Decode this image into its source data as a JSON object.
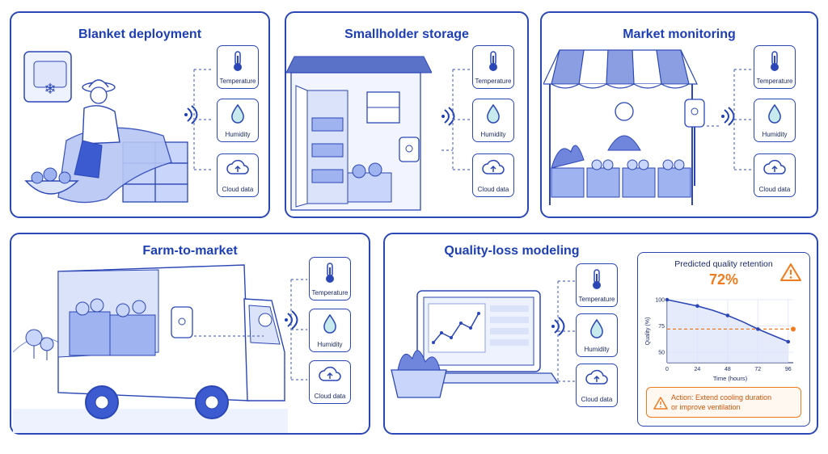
{
  "panels": {
    "blanket": {
      "title": "Blanket deployment"
    },
    "smallholder": {
      "title": "Smallholder storage"
    },
    "market": {
      "title": "Market monitoring"
    },
    "farm": {
      "title": "Farm-to-market"
    },
    "quality": {
      "title": "Quality-loss modeling"
    }
  },
  "sensors": {
    "temperature": "Temperature",
    "humidity": "Humidity",
    "cloud": "Cloud data"
  },
  "quality_chart": {
    "title": "Predicted quality retention",
    "percent": "72%",
    "action_line1": "Action: Extend cooling duration",
    "action_line2": "or improve ventilation"
  },
  "chart_data": {
    "type": "line",
    "title": "Predicted quality retention",
    "xlabel": "Time (hours)",
    "ylabel": "Quality (%)",
    "x": [
      0,
      12,
      24,
      36,
      48,
      60,
      72,
      84,
      96
    ],
    "y": [
      100,
      97,
      94,
      90,
      85,
      79,
      72,
      66,
      60
    ],
    "threshold": 72,
    "x_ticks": [
      0,
      24,
      48,
      72,
      96
    ],
    "y_ticks": [
      50,
      75,
      100
    ],
    "xlim": [
      0,
      100
    ],
    "ylim": [
      40,
      100
    ],
    "grid": true,
    "colors": {
      "line": "#2b47b6",
      "threshold": "#f07a1e"
    }
  },
  "colors": {
    "accent": "#2b47b6",
    "warning": "#f07a1e",
    "wifi": "#1d3fb5"
  }
}
